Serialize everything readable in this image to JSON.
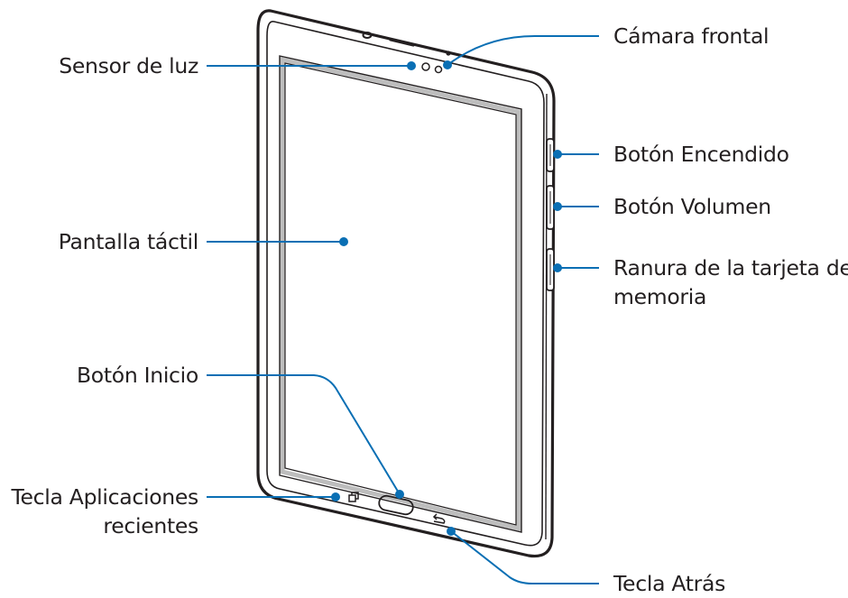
{
  "colors": {
    "device_outline": "#231f20",
    "callout": "#0a6fb4",
    "label_text": "#231f20",
    "background": "#ffffff",
    "screen_border": "#bdbdbd"
  },
  "callouts": {
    "light_sensor": "Sensor de luz",
    "front_camera": "Cámara frontal",
    "power_button": "Botón Encendido",
    "volume_button": "Botón Volumen",
    "memory_card_slot_line1": "Ranura de la tarjeta de",
    "memory_card_slot_line2": "memoria",
    "touch_screen": "Pantalla táctil",
    "home_button": "Botón Inicio",
    "recent_apps_key_line1": "Tecla Aplicaciones",
    "recent_apps_key_line2": "recientes",
    "back_key": "Tecla Atrás"
  },
  "icons": {
    "recent_apps": "recent-apps-icon",
    "back": "back-arrow-icon",
    "home": "home-button-icon"
  }
}
